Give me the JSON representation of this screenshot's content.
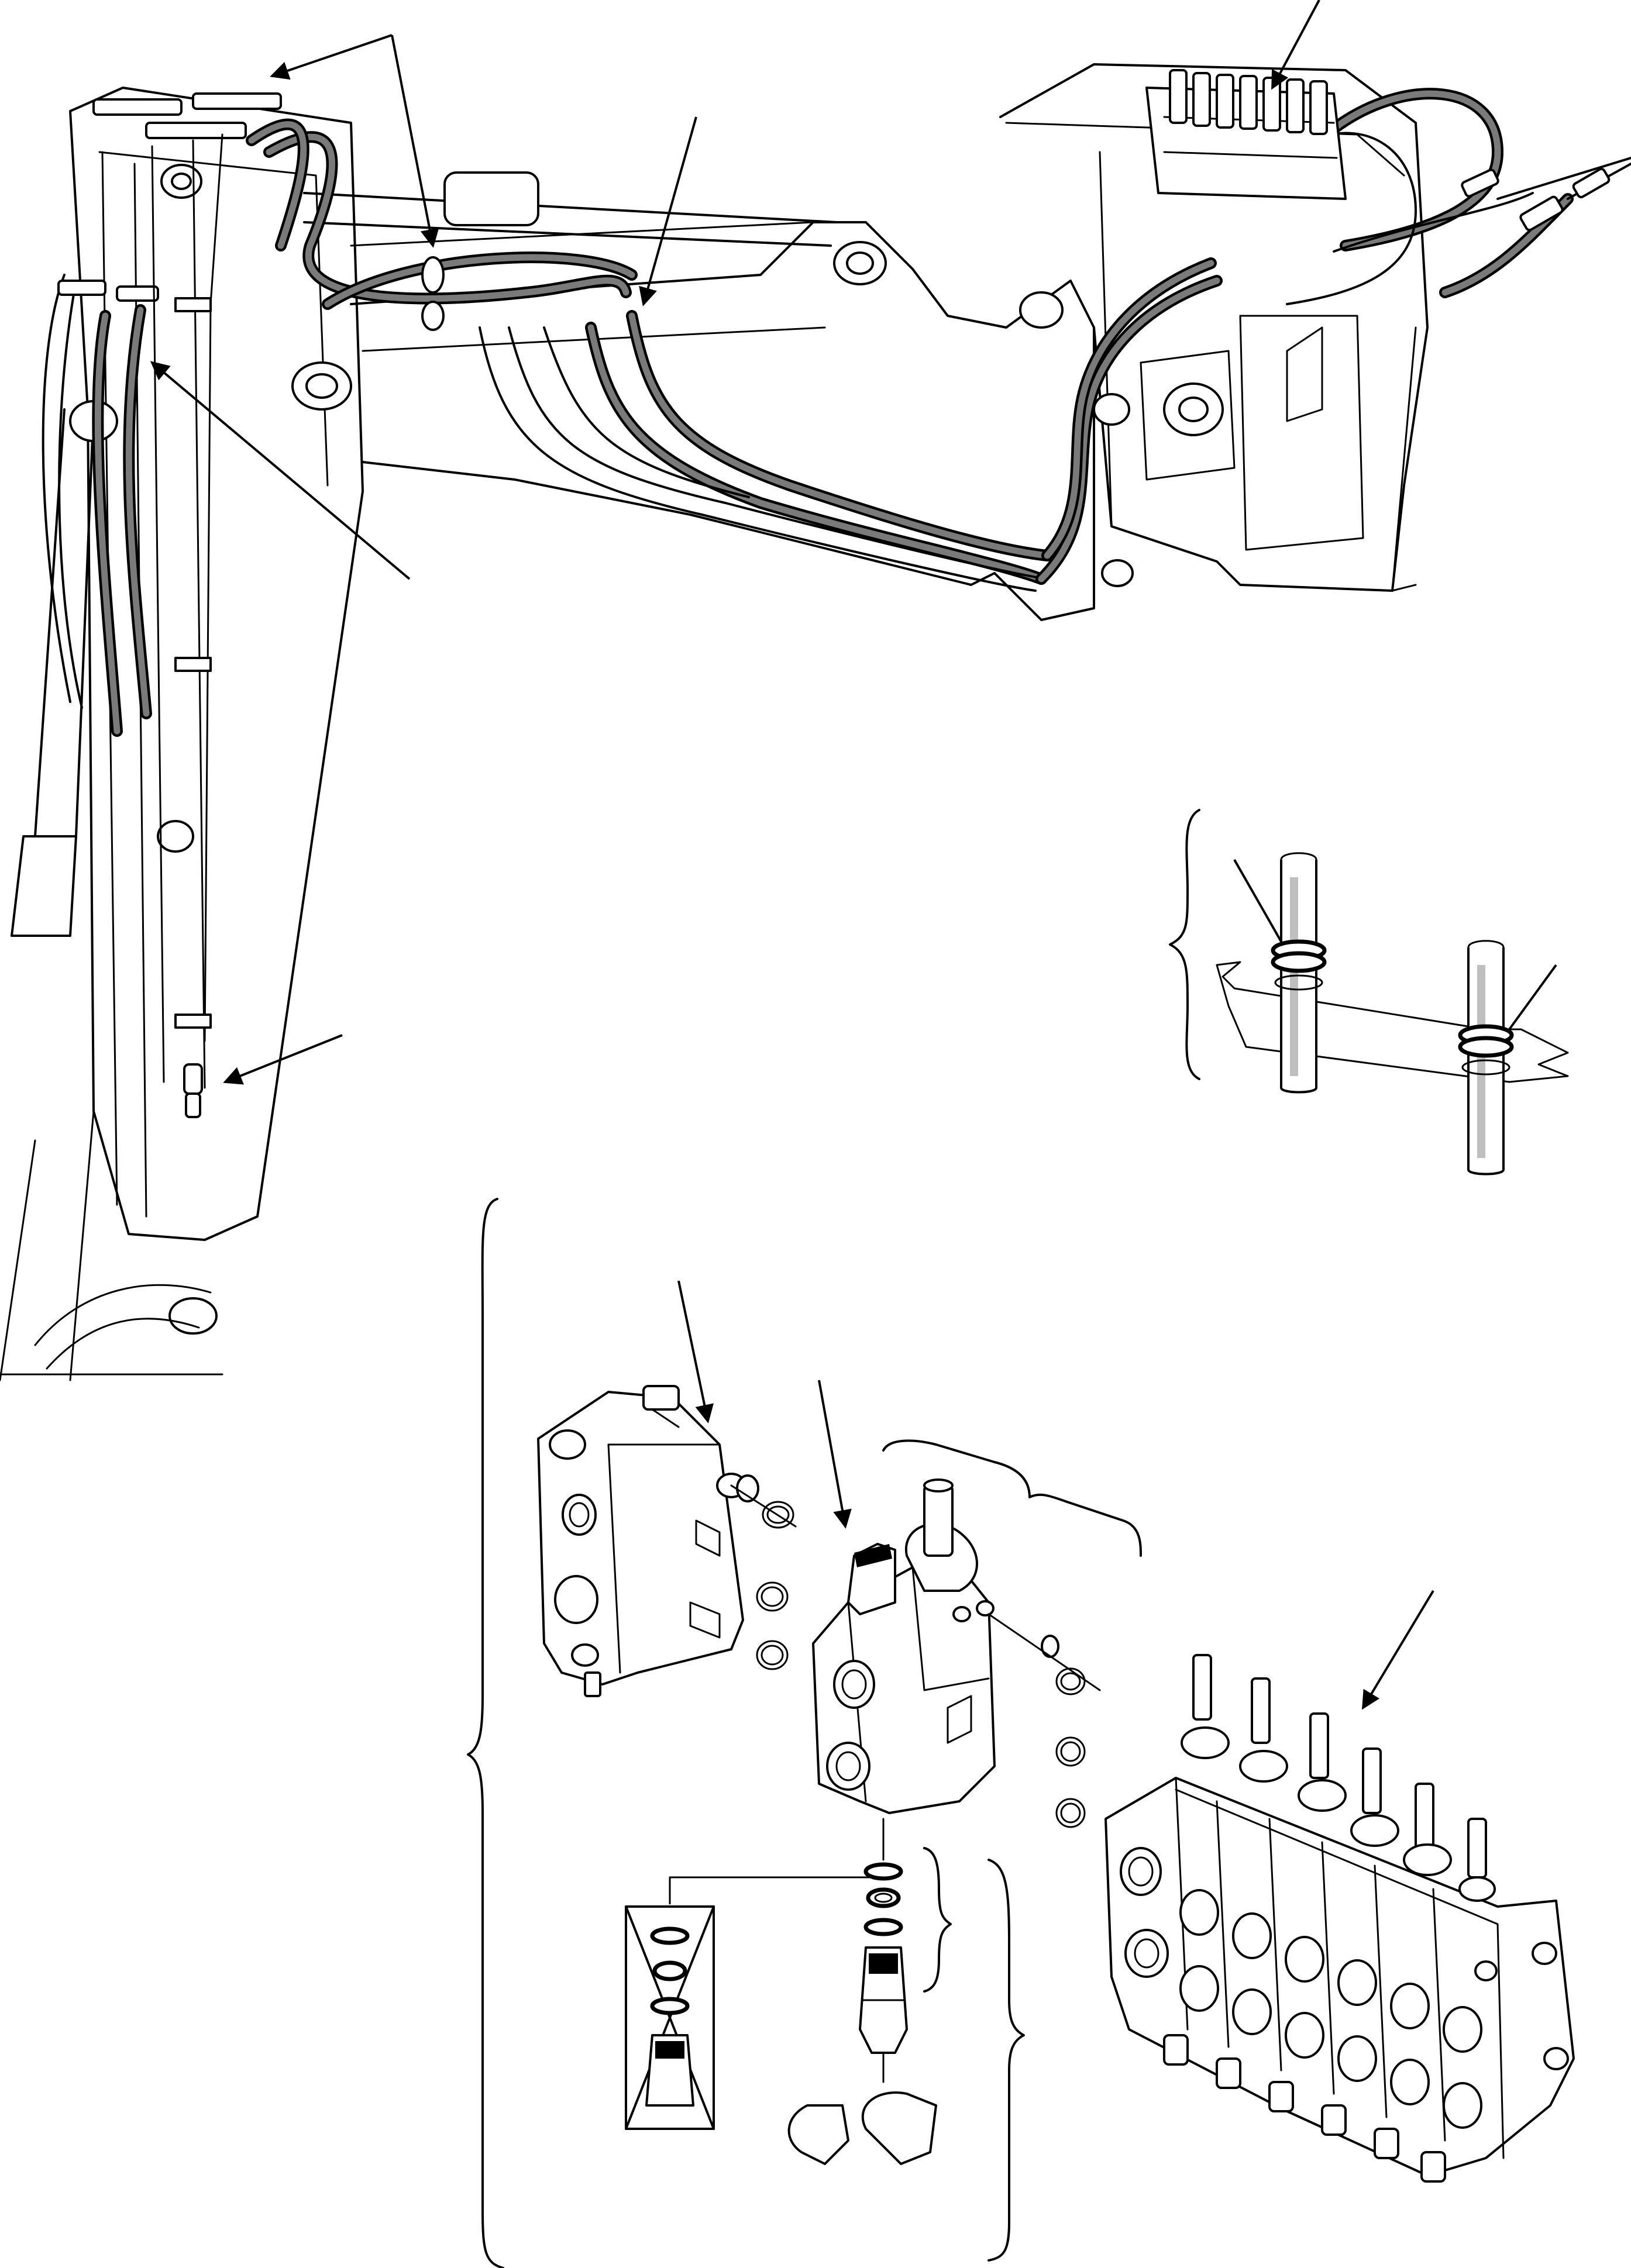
{
  "figure": {
    "groups": [
      {
        "name": "boom-and-arm-assembly"
      },
      {
        "name": "hose-routing"
      },
      {
        "name": "hose-clamp-detail"
      },
      {
        "name": "control-valve-exploded-view"
      }
    ]
  }
}
